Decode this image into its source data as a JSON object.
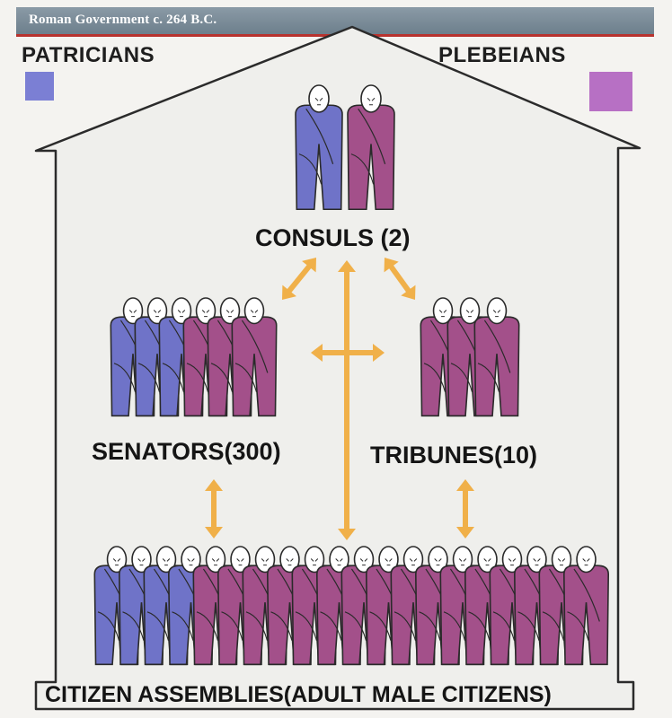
{
  "title": "Roman Government c. 264 B.C.",
  "legend": {
    "patricians": "PATRICIANS",
    "plebeians": "PLEBEIANS",
    "patrician_color": "#7b7fd4",
    "plebeian_color": "#b770c4"
  },
  "groups": {
    "consuls": {
      "label": "CONSULS (2)",
      "patricians": 1,
      "plebeians": 1
    },
    "senators": {
      "label": "SENATORS(300)",
      "patricians": 3,
      "plebeians": 3
    },
    "tribunes": {
      "label": "TRIBUNES(10)",
      "patricians": 0,
      "plebeians": 3
    },
    "assemblies": {
      "label": "CITIZEN ASSEMBLIES(ADULT MALE CITIZENS)",
      "patricians": 4,
      "plebeians": 16
    }
  },
  "figure_colors": {
    "patrician_robe": "#6f73c8",
    "plebeian_robe": "#a3508a",
    "arrow": "#f0b049",
    "outline": "#2a2a2a"
  }
}
